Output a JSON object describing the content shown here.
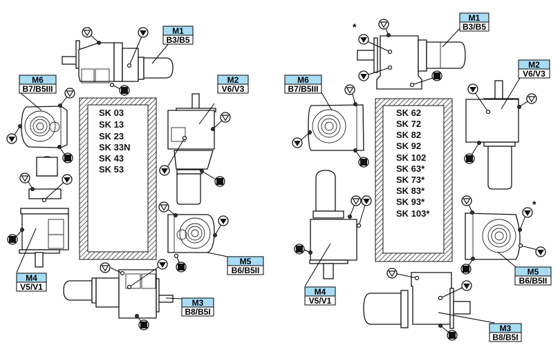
{
  "left_group": {
    "models": [
      "SK 03",
      "SK 13",
      "SK 23",
      "SK 33N",
      "SK 43",
      "SK 53"
    ],
    "positions": [
      {
        "code": "M1",
        "mount": "B3/B5"
      },
      {
        "code": "M2",
        "mount": "V6/V3"
      },
      {
        "code": "M3",
        "mount": "B8/B5I"
      },
      {
        "code": "M4",
        "mount": "V5/V1"
      },
      {
        "code": "M5",
        "mount": "B6/B5II"
      },
      {
        "code": "M6",
        "mount": "B7/B5III"
      }
    ]
  },
  "right_group": {
    "models": [
      "SK 62",
      "SK 72",
      "SK 82",
      "SK 92",
      "SK 102",
      "SK 63*",
      "SK 73*",
      "SK 83*",
      "SK 93*",
      "SK 103*"
    ],
    "positions": [
      {
        "code": "M1",
        "mount": "B3/B5"
      },
      {
        "code": "M2",
        "mount": "V6/V3"
      },
      {
        "code": "M3",
        "mount": "B8/B5I"
      },
      {
        "code": "M4",
        "mount": "V5/V1"
      },
      {
        "code": "M5",
        "mount": "B6/B5II"
      },
      {
        "code": "M6",
        "mount": "B7/B5III"
      }
    ],
    "footnote_mark": "*"
  },
  "legend_symbols": {
    "vent": "open-triangle-circle",
    "level": "filled-triangle-circle",
    "drain": "filled-square-circle"
  },
  "colors": {
    "label_header": "#a8dcf4",
    "line": "#000000",
    "background": "#ffffff"
  }
}
